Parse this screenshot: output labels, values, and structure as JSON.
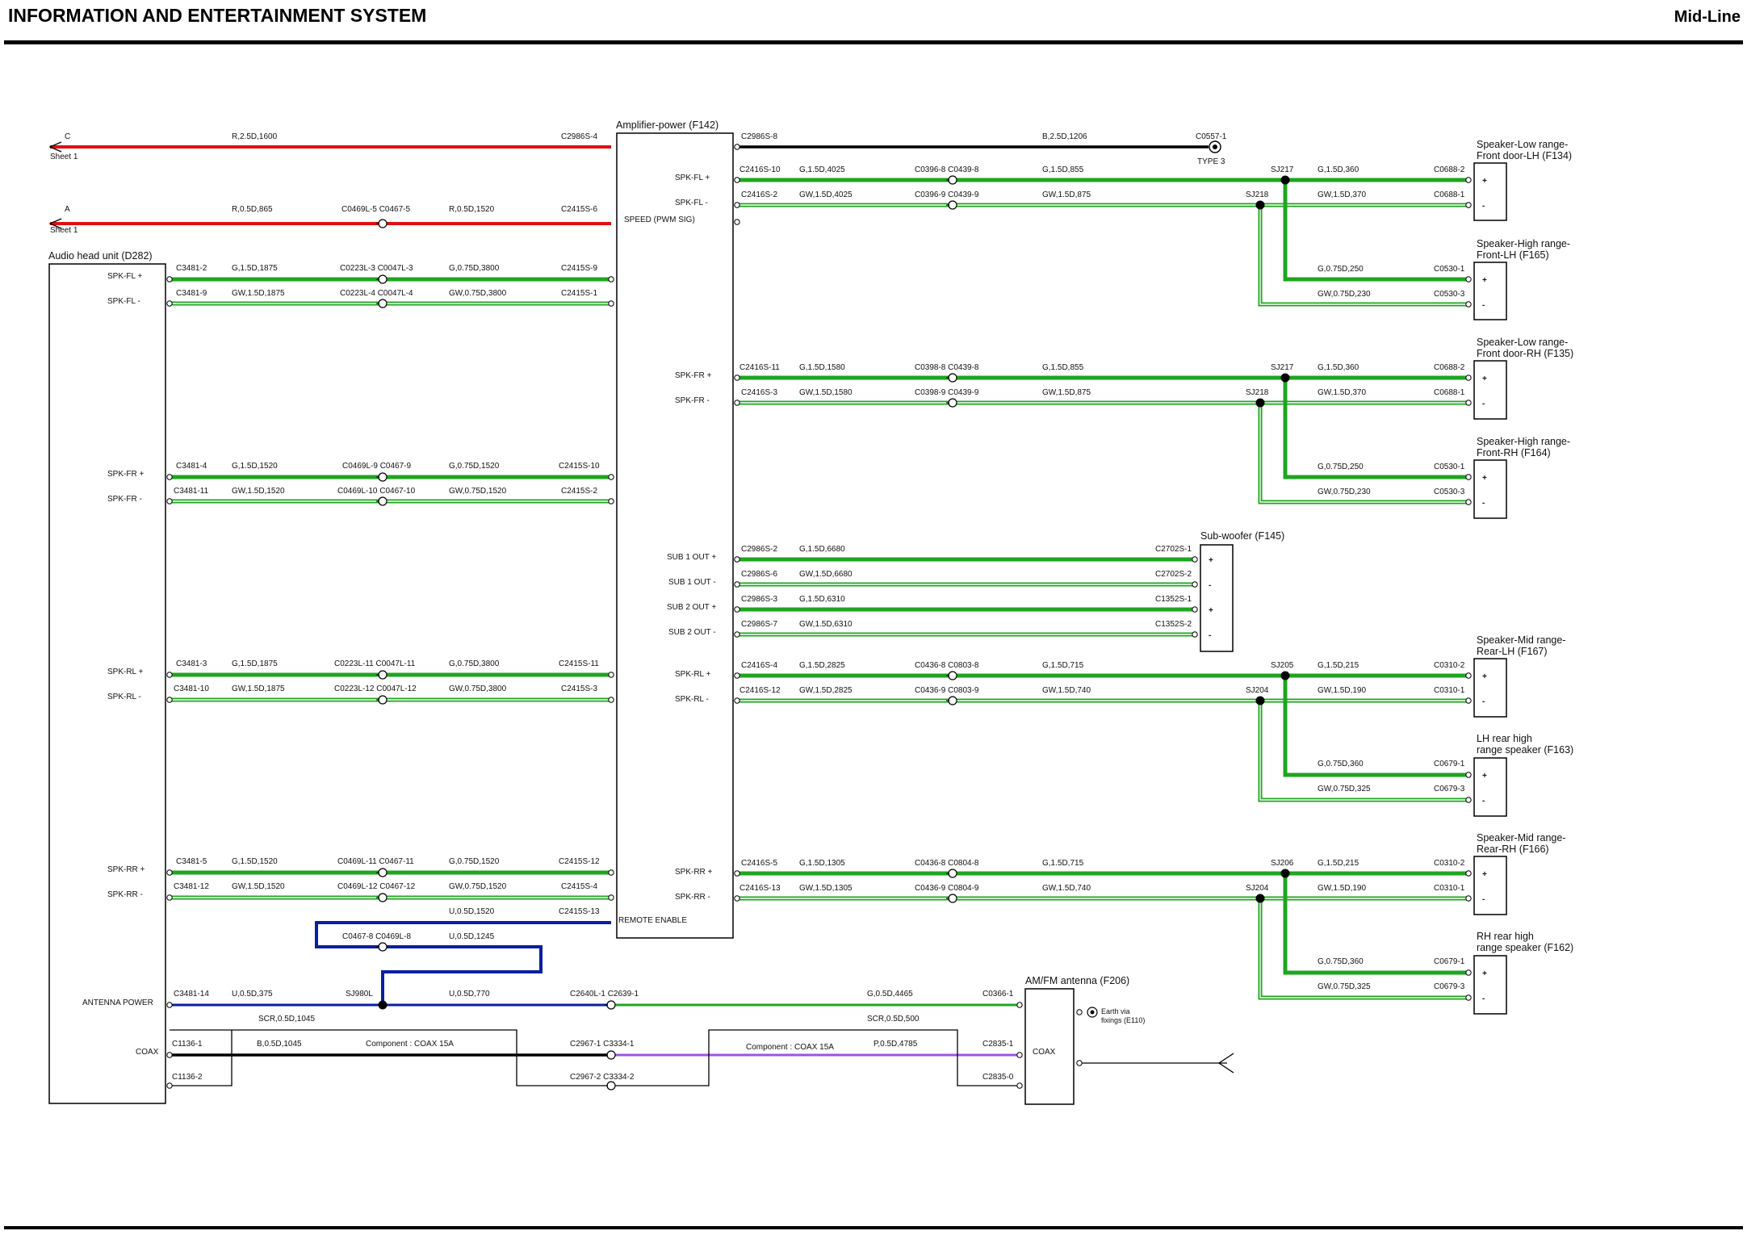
{
  "header": {
    "title": "INFORMATION AND ENTERTAINMENT SYSTEM",
    "variant": "Mid-Line"
  },
  "colors": {
    "red": "#e01010",
    "green": "#1fa51f",
    "blue": "#0a1fa0",
    "purple": "#9b55e0",
    "black": "#000000"
  },
  "components": {
    "head_unit": "Audio head unit (D282)",
    "amplifier": "Amplifier-power (F142)",
    "subwoofer": "Sub-woofer (F145)",
    "antenna": "AM/FM antenna (F206)",
    "spk_fl_low": [
      "Speaker-Low range-",
      "Front door-LH (F134)"
    ],
    "spk_fl_high": [
      "Speaker-High range-",
      "Front-LH (F165)"
    ],
    "spk_fr_low": [
      "Speaker-Low range-",
      "Front door-RH (F135)"
    ],
    "spk_fr_high": [
      "Speaker-High range-",
      "Front-RH (F164)"
    ],
    "spk_rl_mid": [
      "Speaker-Mid range-",
      "Rear-LH (F167)"
    ],
    "spk_rl_high": [
      "LH rear high",
      "range speaker (F163)"
    ],
    "spk_rr_mid": [
      "Speaker-Mid range-",
      "Rear-RH (F166)"
    ],
    "spk_rr_high": [
      "RH rear high",
      "range speaker (F162)"
    ]
  },
  "off_sheet": {
    "c_letter": "C",
    "c_sheet": "Sheet 1",
    "a_letter": "A",
    "a_sheet": "Sheet 1"
  },
  "ground": {
    "label": "C0557-1",
    "type": "TYPE 3"
  },
  "earth": [
    "Earth via",
    "fixings (E110)"
  ],
  "labels": [
    [
      "C",
      80,
      172
    ],
    [
      "Sheet 1",
      62,
      197
    ],
    [
      "R,2.5D,1600",
      287,
      172
    ],
    [
      "C2986S-4",
      695,
      172
    ],
    [
      "A",
      80,
      262
    ],
    [
      "Sheet 1",
      62,
      288
    ],
    [
      "R,0.5D,865",
      287,
      262
    ],
    [
      "C0469L-5 C0467-5",
      423,
      262
    ],
    [
      "R,0.5D,1520",
      556,
      262
    ],
    [
      "C2415S-6",
      695,
      262
    ],
    [
      "SPK-FL +",
      133,
      345
    ],
    [
      "SPK-FL -",
      133,
      376
    ],
    [
      "C3481-2",
      218,
      335
    ],
    [
      "G,1.5D,1875",
      287,
      335
    ],
    [
      "C0223L-3 C0047L-3",
      421,
      335
    ],
    [
      "G,0.75D,3800",
      556,
      335
    ],
    [
      "C2415S-9",
      695,
      335
    ],
    [
      "C3481-9",
      218,
      366
    ],
    [
      "GW,1.5D,1875",
      287,
      366
    ],
    [
      "C0223L-4 C0047L-4",
      421,
      366
    ],
    [
      "GW,0.75D,3800",
      556,
      366
    ],
    [
      "C2415S-1",
      695,
      366
    ],
    [
      "SPK-FR +",
      133,
      590
    ],
    [
      "SPK-FR -",
      133,
      621
    ],
    [
      "C3481-4",
      218,
      580
    ],
    [
      "G,1.5D,1520",
      287,
      580
    ],
    [
      "C0469L-9 C0467-9",
      424,
      580
    ],
    [
      "G,0.75D,1520",
      556,
      580
    ],
    [
      "C2415S-10",
      692,
      580
    ],
    [
      "C3481-11",
      215,
      611
    ],
    [
      "GW,1.5D,1520",
      287,
      611
    ],
    [
      "C0469L-10 C0467-10",
      418,
      611
    ],
    [
      "GW,0.75D,1520",
      556,
      611
    ],
    [
      "C2415S-2",
      695,
      611
    ],
    [
      "SPK-RL +",
      133,
      835
    ],
    [
      "SPK-RL -",
      133,
      866
    ],
    [
      "C3481-3",
      218,
      825
    ],
    [
      "G,1.5D,1875",
      287,
      825
    ],
    [
      "C0223L-11 C0047L-11",
      414,
      825
    ],
    [
      "G,0.75D,3800",
      556,
      825
    ],
    [
      "C2415S-11",
      692,
      825
    ],
    [
      "C3481-10",
      215,
      856
    ],
    [
      "GW,1.5D,1875",
      287,
      856
    ],
    [
      "C0223L-12 C0047L-12",
      414,
      856
    ],
    [
      "GW,0.75D,3800",
      556,
      856
    ],
    [
      "C2415S-3",
      695,
      856
    ],
    [
      "SPK-RR +",
      133,
      1080
    ],
    [
      "SPK-RR -",
      133,
      1111
    ],
    [
      "C3481-5",
      218,
      1070
    ],
    [
      "G,1.5D,1520",
      287,
      1070
    ],
    [
      "C0469L-11 C0467-11",
      418,
      1070
    ],
    [
      "G,0.75D,1520",
      556,
      1070
    ],
    [
      "C2415S-12",
      692,
      1070
    ],
    [
      "C3481-12",
      215,
      1101
    ],
    [
      "GW,1.5D,1520",
      287,
      1101
    ],
    [
      "C0469L-12 C0467-12",
      418,
      1101
    ],
    [
      "GW,0.75D,1520",
      556,
      1101
    ],
    [
      "C2415S-4",
      695,
      1101
    ],
    [
      "U,0.5D,1520",
      556,
      1132
    ],
    [
      "C2415S-13",
      692,
      1132
    ],
    [
      "REMOTE ENABLE",
      766,
      1143
    ],
    [
      "C0467-8 C0469L-8",
      424,
      1163
    ],
    [
      "U,0.5D,1245",
      556,
      1163
    ],
    [
      "ANTENNA POWER",
      102,
      1245
    ],
    [
      "C3481-14",
      215,
      1234
    ],
    [
      "U,0.5D,375",
      287,
      1234
    ],
    [
      "SJ980L",
      428,
      1234
    ],
    [
      "U,0.5D,770",
      556,
      1234
    ],
    [
      "C2640L-1 C2639-1",
      706,
      1234
    ],
    [
      "SCR,0.5D,1045",
      320,
      1265
    ],
    [
      "COAX",
      168,
      1306
    ],
    [
      "C1136-1",
      213,
      1296
    ],
    [
      "B,0.5D,1045",
      318,
      1296
    ],
    [
      "Component : COAX 15A",
      453,
      1296
    ],
    [
      "C2967-1 C3334-1",
      706,
      1296
    ],
    [
      "C1136-2",
      213,
      1337
    ],
    [
      "C2967-2 C3334-2",
      706,
      1337
    ],
    [
      "SPK-FL +",
      836,
      223
    ],
    [
      "SPK-FL -",
      836,
      254
    ],
    [
      "SPEED (PWM SIG)",
      773,
      275
    ],
    [
      "SPK-FR +",
      836,
      468
    ],
    [
      "SPK-FR -",
      836,
      499
    ],
    [
      "SUB 1 OUT +",
      826,
      693
    ],
    [
      "SUB 1 OUT -",
      828,
      724
    ],
    [
      "SUB 2 OUT +",
      826,
      755
    ],
    [
      "SUB 2 OUT -",
      828,
      786
    ],
    [
      "SPK-RL +",
      836,
      838
    ],
    [
      "SPK-RL -",
      836,
      869
    ],
    [
      "SPK-RR +",
      836,
      1083
    ],
    [
      "SPK-RR -",
      836,
      1114
    ],
    [
      "C2986S-8",
      918,
      172
    ],
    [
      "B,2.5D,1206",
      1291,
      172
    ],
    [
      "C2416S-10",
      916,
      213
    ],
    [
      "G,1.5D,4025",
      990,
      213
    ],
    [
      "C0396-8 C0439-8",
      1133,
      213
    ],
    [
      "G,1.5D,855",
      1291,
      213
    ],
    [
      "SJ217",
      1574,
      213
    ],
    [
      "G,1.5D,360",
      1632,
      213
    ],
    [
      "C0688-2",
      1776,
      213
    ],
    [
      "C2416S-2",
      918,
      244
    ],
    [
      "GW,1.5D,4025",
      990,
      244
    ],
    [
      "C0396-9 C0439-9",
      1133,
      244
    ],
    [
      "GW,1.5D,875",
      1291,
      244
    ],
    [
      "SJ218",
      1543,
      244
    ],
    [
      "GW,1.5D,370",
      1632,
      244
    ],
    [
      "C0688-1",
      1776,
      244
    ],
    [
      "G,0.75D,250",
      1632,
      336
    ],
    [
      "C0530-1",
      1776,
      336
    ],
    [
      "GW,0.75D,230",
      1632,
      367
    ],
    [
      "C0530-3",
      1776,
      367
    ],
    [
      "C2416S-11",
      916,
      458
    ],
    [
      "G,1.5D,1580",
      990,
      458
    ],
    [
      "C0398-8 C0439-8",
      1133,
      458
    ],
    [
      "G,1.5D,855",
      1291,
      458
    ],
    [
      "SJ217",
      1574,
      458
    ],
    [
      "G,1.5D,360",
      1632,
      458
    ],
    [
      "C0688-2",
      1776,
      458
    ],
    [
      "C2416S-3",
      918,
      489
    ],
    [
      "GW,1.5D,1580",
      990,
      489
    ],
    [
      "C0398-9 C0439-9",
      1133,
      489
    ],
    [
      "GW,1.5D,875",
      1291,
      489
    ],
    [
      "SJ218",
      1543,
      489
    ],
    [
      "GW,1.5D,370",
      1632,
      489
    ],
    [
      "C0688-1",
      1776,
      489
    ],
    [
      "G,0.75D,250",
      1632,
      581
    ],
    [
      "C0530-1",
      1776,
      581
    ],
    [
      "GW,0.75D,230",
      1632,
      612
    ],
    [
      "C0530-3",
      1776,
      612
    ],
    [
      "C2986S-2",
      918,
      683
    ],
    [
      "G,1.5D,6680",
      990,
      683
    ],
    [
      "C2702S-1",
      1431,
      683
    ],
    [
      "C2986S-6",
      918,
      714
    ],
    [
      "GW,1.5D,6680",
      990,
      714
    ],
    [
      "C2702S-2",
      1431,
      714
    ],
    [
      "C2986S-3",
      918,
      745
    ],
    [
      "G,1.5D,6310",
      990,
      745
    ],
    [
      "C1352S-1",
      1431,
      745
    ],
    [
      "C2986S-7",
      918,
      776
    ],
    [
      "GW,1.5D,6310",
      990,
      776
    ],
    [
      "C1352S-2",
      1431,
      776
    ],
    [
      "C2416S-4",
      918,
      827
    ],
    [
      "G,1.5D,2825",
      990,
      827
    ],
    [
      "C0436-8 C0803-8",
      1133,
      827
    ],
    [
      "G,1.5D,715",
      1291,
      827
    ],
    [
      "SJ205",
      1574,
      827
    ],
    [
      "G,1.5D,215",
      1632,
      827
    ],
    [
      "C0310-2",
      1776,
      827
    ],
    [
      "C2416S-12",
      916,
      858
    ],
    [
      "GW,1.5D,2825",
      990,
      858
    ],
    [
      "C0436-9 C0803-9",
      1133,
      858
    ],
    [
      "GW,1.5D,740",
      1291,
      858
    ],
    [
      "SJ204",
      1543,
      858
    ],
    [
      "GW,1.5D,190",
      1632,
      858
    ],
    [
      "C0310-1",
      1776,
      858
    ],
    [
      "G,0.75D,360",
      1632,
      949
    ],
    [
      "C0679-1",
      1776,
      949
    ],
    [
      "GW,0.75D,325",
      1632,
      980
    ],
    [
      "C0679-3",
      1776,
      980
    ],
    [
      "C2416S-5",
      918,
      1072
    ],
    [
      "G,1.5D,1305",
      990,
      1072
    ],
    [
      "C0436-8 C0804-8",
      1133,
      1072
    ],
    [
      "G,1.5D,715",
      1291,
      1072
    ],
    [
      "SJ206",
      1574,
      1072
    ],
    [
      "G,1.5D,215",
      1632,
      1072
    ],
    [
      "C0310-2",
      1776,
      1072
    ],
    [
      "C2416S-13",
      916,
      1103
    ],
    [
      "GW,1.5D,1305",
      990,
      1103
    ],
    [
      "C0436-9 C0804-9",
      1133,
      1103
    ],
    [
      "GW,1.5D,740",
      1291,
      1103
    ],
    [
      "SJ204",
      1543,
      1103
    ],
    [
      "GW,1.5D,190",
      1632,
      1103
    ],
    [
      "C0310-1",
      1776,
      1103
    ],
    [
      "G,0.75D,360",
      1632,
      1194
    ],
    [
      "C0679-1",
      1776,
      1194
    ],
    [
      "GW,0.75D,325",
      1632,
      1225
    ],
    [
      "C0679-3",
      1776,
      1225
    ],
    [
      "G,0.5D,4465",
      1074,
      1234
    ],
    [
      "C0366-1",
      1217,
      1234
    ],
    [
      "SCR,0.5D,500",
      1074,
      1265
    ],
    [
      "Component : COAX 15A",
      924,
      1300
    ],
    [
      "P,0.5D,4785",
      1082,
      1296
    ],
    [
      "C2835-1",
      1217,
      1296
    ],
    [
      "C2835-0",
      1217,
      1337
    ],
    [
      "COAX",
      1279,
      1306
    ]
  ],
  "pins": [
    [
      "+",
      1836,
      223
    ],
    [
      "-",
      1836,
      254
    ],
    [
      "+",
      1836,
      346
    ],
    [
      "-",
      1836,
      377
    ],
    [
      "+",
      1836,
      468
    ],
    [
      "-",
      1836,
      499
    ],
    [
      "+",
      1836,
      591
    ],
    [
      "-",
      1836,
      622
    ],
    [
      "+",
      1497,
      693
    ],
    [
      "-",
      1497,
      724
    ],
    [
      "+",
      1497,
      755
    ],
    [
      "-",
      1497,
      786
    ],
    [
      "+",
      1836,
      837
    ],
    [
      "-",
      1836,
      868
    ],
    [
      "+",
      1836,
      960
    ],
    [
      "-",
      1836,
      991
    ],
    [
      "+",
      1836,
      1082
    ],
    [
      "-",
      1836,
      1113
    ],
    [
      "+",
      1836,
      1205
    ],
    [
      "-",
      1836,
      1236
    ]
  ]
}
